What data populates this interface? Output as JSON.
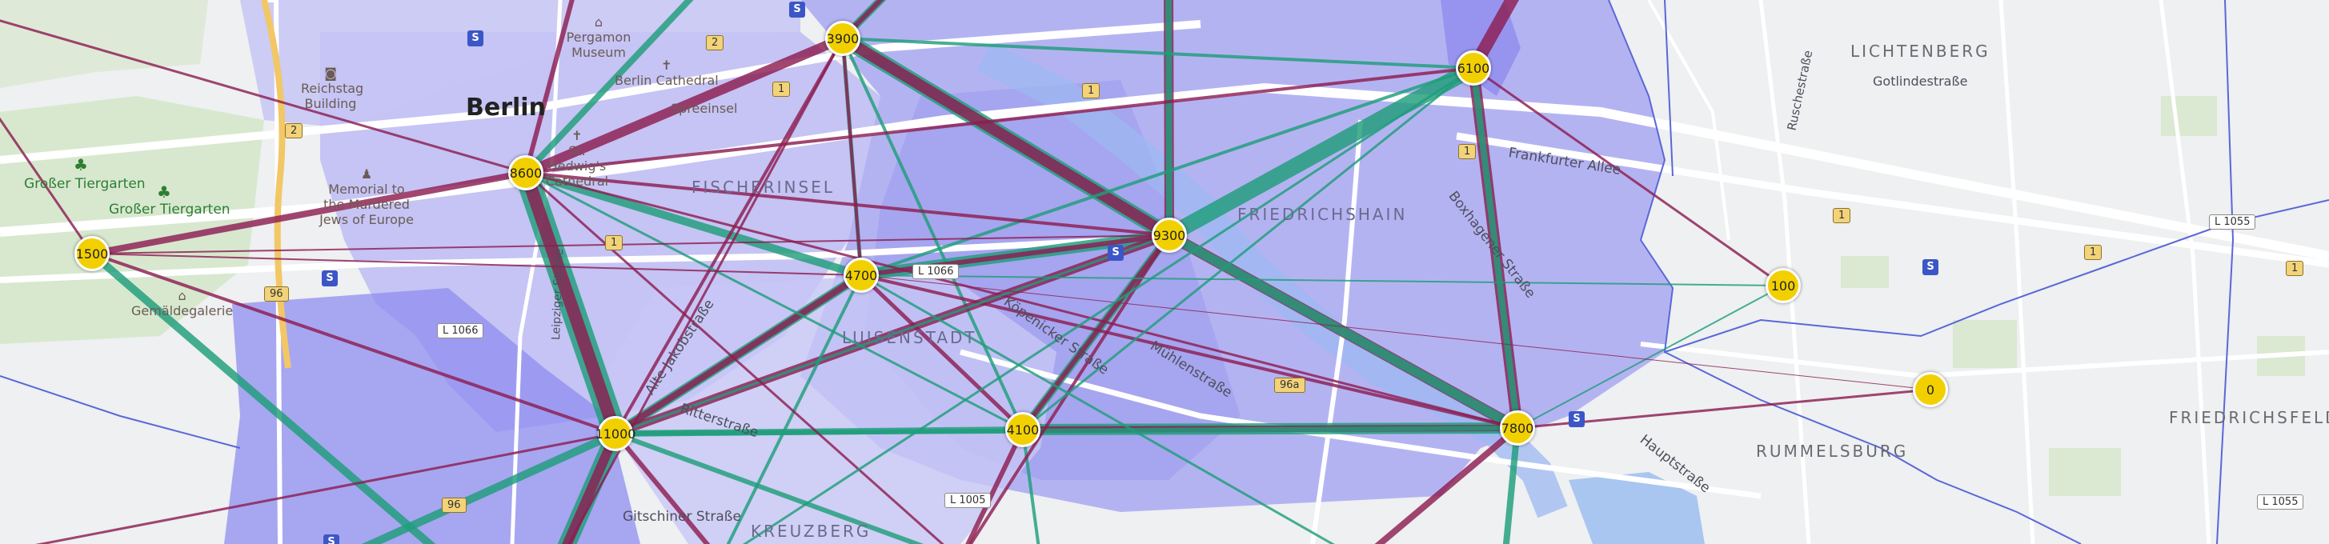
{
  "colors": {
    "flow_green": "#1f9e7a",
    "flow_magenta": "#8c1d52",
    "zone_fill": "#a9a8f2",
    "node_yellow": "#f2d000",
    "basemap": "#eef0f1"
  },
  "map": {
    "city_label": "Berlin",
    "districts": [
      "FISCHERINSEL",
      "FRIEDRICHSHAIN",
      "LUISENSTADT",
      "KREUZBERG",
      "LICHTENBERG",
      "RUMMELSBURG",
      "FRIEDRICHSFELD"
    ],
    "pois": [
      "Pergamon Museum",
      "Berlin Cathedral",
      "Reichstag Building",
      "Memorial to the Murdered Jews of Europe",
      "St. Hedwig's Cathedral",
      "Gemäldegalerie",
      "Spreeinsel"
    ],
    "parks": [
      "Großer Tiergarten",
      "Großer Tiergarten"
    ],
    "streets": [
      "Frankfurter Allee",
      "Boxhagener Straße",
      "Ruschestraße",
      "Gotlindestraße",
      "Köpenicker Straße",
      "Mühlenstraße",
      "Alte Jakobstraße",
      "Ritterstraße",
      "Gitschiner Straße",
      "Hauptstraße",
      "Leipziger Straße"
    ],
    "road_shields": [
      "2",
      "2",
      "1",
      "1",
      "1",
      "1",
      "1",
      "96",
      "96",
      "96a",
      "1"
    ],
    "regional_roads": [
      "L 1066",
      "L 1066",
      "L 1005",
      "L 1055",
      "L 1055"
    ],
    "stations": [
      "S",
      "S",
      "S",
      "S",
      "S",
      "S",
      "S"
    ],
    "nodes": [
      {
        "id": "n1500",
        "label": "1500"
      },
      {
        "id": "n8600",
        "label": "8600"
      },
      {
        "id": "n3900",
        "label": "3900"
      },
      {
        "id": "n4700",
        "label": "4700"
      },
      {
        "id": "n9300",
        "label": "9300"
      },
      {
        "id": "n6100",
        "label": "6100"
      },
      {
        "id": "n11000",
        "label": "11000"
      },
      {
        "id": "n4100",
        "label": "4100"
      },
      {
        "id": "n7800",
        "label": "7800"
      },
      {
        "id": "n100",
        "label": "100"
      },
      {
        "id": "n0",
        "label": "0"
      }
    ]
  }
}
